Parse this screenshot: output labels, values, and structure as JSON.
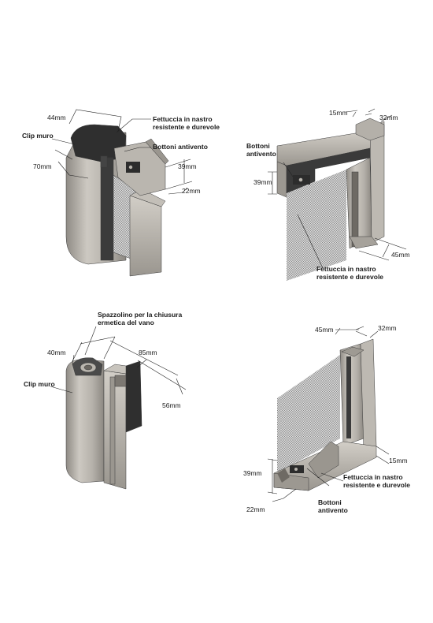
{
  "panels": [
    {
      "id": "top-left",
      "labels": [
        {
          "key": "clip",
          "text": "Clip muro"
        },
        {
          "key": "fettuccia_1",
          "text": "Fettuccia in nastro"
        },
        {
          "key": "fettuccia_2",
          "text": "resistente e durevole"
        },
        {
          "key": "bottoni",
          "text": "Bottoni antivento"
        }
      ],
      "dimensions": [
        "44mm",
        "70mm",
        "39mm",
        "22mm"
      ]
    },
    {
      "id": "top-right",
      "labels": [
        {
          "key": "bottoni_1",
          "text": "Bottoni"
        },
        {
          "key": "bottoni_2",
          "text": "antivento"
        },
        {
          "key": "fettuccia_1",
          "text": "Fettuccia in nastro"
        },
        {
          "key": "fettuccia_2",
          "text": "resistente e durevole"
        }
      ],
      "dimensions": [
        "15mm",
        "32mm",
        "39mm",
        "45mm"
      ]
    },
    {
      "id": "bottom-left",
      "labels": [
        {
          "key": "spazzolino_1",
          "text": "Spazzolino per la chiusura"
        },
        {
          "key": "spazzolino_2",
          "text": "ermetica del vano"
        },
        {
          "key": "clip",
          "text": "Clip muro"
        }
      ],
      "dimensions": [
        "40mm",
        "85mm",
        "56mm"
      ]
    },
    {
      "id": "bottom-right",
      "labels": [
        {
          "key": "fettuccia_1",
          "text": "Fettuccia in nastro"
        },
        {
          "key": "fettuccia_2",
          "text": "resistente e durevole"
        },
        {
          "key": "bottoni_1",
          "text": "Bottoni"
        },
        {
          "key": "bottoni_2",
          "text": "antivento"
        }
      ],
      "dimensions": [
        "45mm",
        "32mm",
        "15mm",
        "39mm",
        "22mm"
      ]
    }
  ],
  "colors": {
    "aluminium_light": "#c9c6c0",
    "aluminium_mid": "#aaa69f",
    "aluminium_dark": "#8c8882",
    "cover_dark": "#2f2f2f",
    "mesh": "#8f8f8f"
  }
}
